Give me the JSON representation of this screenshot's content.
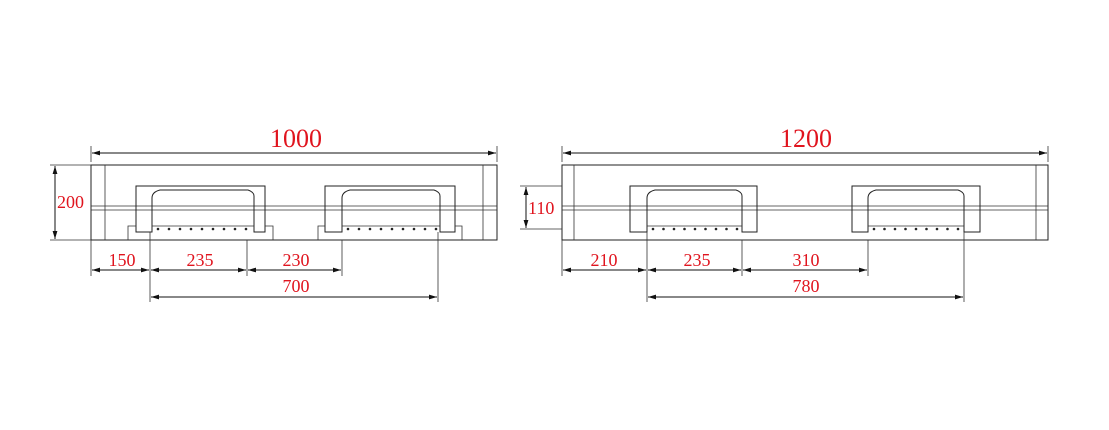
{
  "colors": {
    "line": "#222222",
    "label": "#e0141e",
    "background": "#ffffff"
  },
  "views": [
    {
      "id": "short-side",
      "overall_width": "1000",
      "height": "200",
      "segments": [
        "150",
        "235",
        "230"
      ],
      "span": "700"
    },
    {
      "id": "long-side",
      "overall_width": "1200",
      "height": "110",
      "segments": [
        "210",
        "235",
        "310"
      ],
      "span": "780"
    }
  ]
}
